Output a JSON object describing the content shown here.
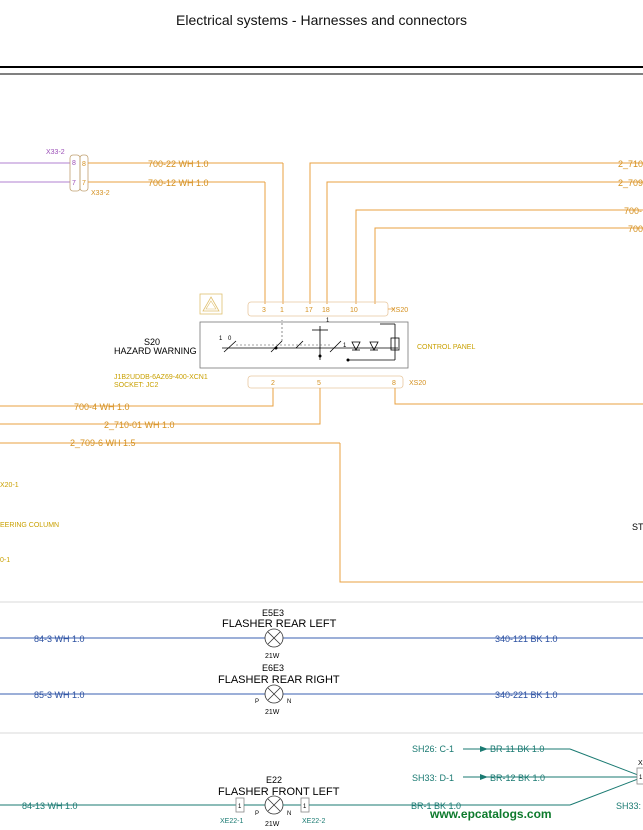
{
  "header": {
    "title": "Electrical systems - Harnesses and connectors"
  },
  "wires_top": {
    "x33_2_top": "X33-2",
    "x33_2_bottom": "X33-2",
    "pin_8": "8",
    "pin_7": "7",
    "pin_8b": "8",
    "pin_7b": "7",
    "w_700_22": "700-22  WH  1.0",
    "w_700_12": "700-12  WH  1.0",
    "w_2_710": "2_710",
    "w_2_709": "2_709",
    "w_700a": "700-",
    "w_700b": "700"
  },
  "switch": {
    "id": "S20",
    "name": "HAZARD WARNING",
    "part": "J1B2UDDB-6AZ69-400-XCN1",
    "socket": "SOCKET: JC2",
    "panel": "CONTROL PANEL",
    "top_pins": [
      "3",
      "1",
      "17",
      "18",
      "10"
    ],
    "top_conn": "XS20",
    "bottom_pins": [
      "2",
      "5",
      "8"
    ],
    "bottom_conn": "XS20",
    "pos_1": "1",
    "pos_0": "0"
  },
  "wires_mid": {
    "w_700_4": "700-4  WH  1.0",
    "w_2_710_01": "2_710-01  WH  1.0",
    "w_2_709_6": "2_709-6  WH  1.5",
    "xs20_1": "X20-1",
    "steering": "EERING COLUMN",
    "x0_1": "0-1",
    "st": "ST"
  },
  "flasher_rl": {
    "id": "E5E3",
    "name": "FLASHER REAR LEFT",
    "watt": "21W",
    "left": "84-3  WH  1.0",
    "right": "340-121  BK  1.0"
  },
  "flasher_rr": {
    "id": "E6E3",
    "name": "FLASHER REAR RIGHT",
    "watt": "21W",
    "p": "P",
    "n": "N",
    "left": "85-3  WH  1.0",
    "right": "340-221  BK  1.0"
  },
  "flasher_fl": {
    "id": "E22",
    "name": "FLASHER FRONT LEFT",
    "watt": "21W",
    "p": "P",
    "n": "N",
    "left": "84-13  WH  1.0",
    "right": "BR-1  BK  1.0",
    "conn_left": "XE22-1",
    "conn_right": "XE22-2",
    "pin_left": "1",
    "pin_right": "1"
  },
  "shields": {
    "sh26": "SH26: C-1",
    "br_11": "BR-11  BK  1.0",
    "sh33": "SH33: D-1",
    "br_12": "BR-12  BK  1.0",
    "sh33b": "SH33:",
    "x": "X",
    "one": "1"
  },
  "watermark": "www.epcatalogs.com",
  "colors": {
    "orange": "#e8a040",
    "purple": "#b080d0",
    "blue": "#3a5fb0",
    "teal": "#1a7a72"
  }
}
